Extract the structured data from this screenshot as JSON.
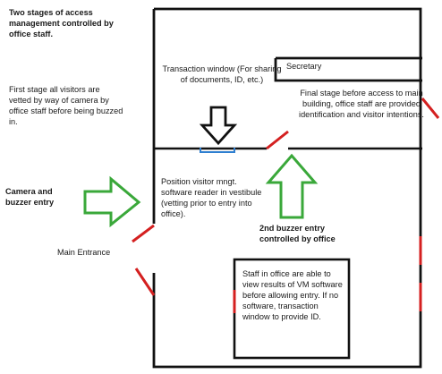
{
  "notes": {
    "title": "Two stages of access management controlled by office staff.",
    "first_stage": "First stage all visitors are vetted by way of camera by office staff before being buzzed in.",
    "camera": "Camera and buzzer entry",
    "main_entrance": "Main Entrance",
    "transaction_window": "Transaction window (For sharing of documents, ID, etc.)",
    "secretary": "Secretary",
    "final_stage": "Final stage before access to main building, office staff are provided identification and visitor intentions.",
    "position_visitor": "Position visitor mngt. software reader in vestibule (vetting prior to entry into office).",
    "second_buzzer": "2nd buzzer entry controlled by office",
    "staff_office": "Staff in office are able to view results of VM software before allowing entry. If no software, transaction window to provide ID."
  },
  "colors": {
    "wall": "#111111",
    "door": "#d42020",
    "arrow_green": "#3aa83a",
    "window_blue": "#2f7fd0"
  }
}
